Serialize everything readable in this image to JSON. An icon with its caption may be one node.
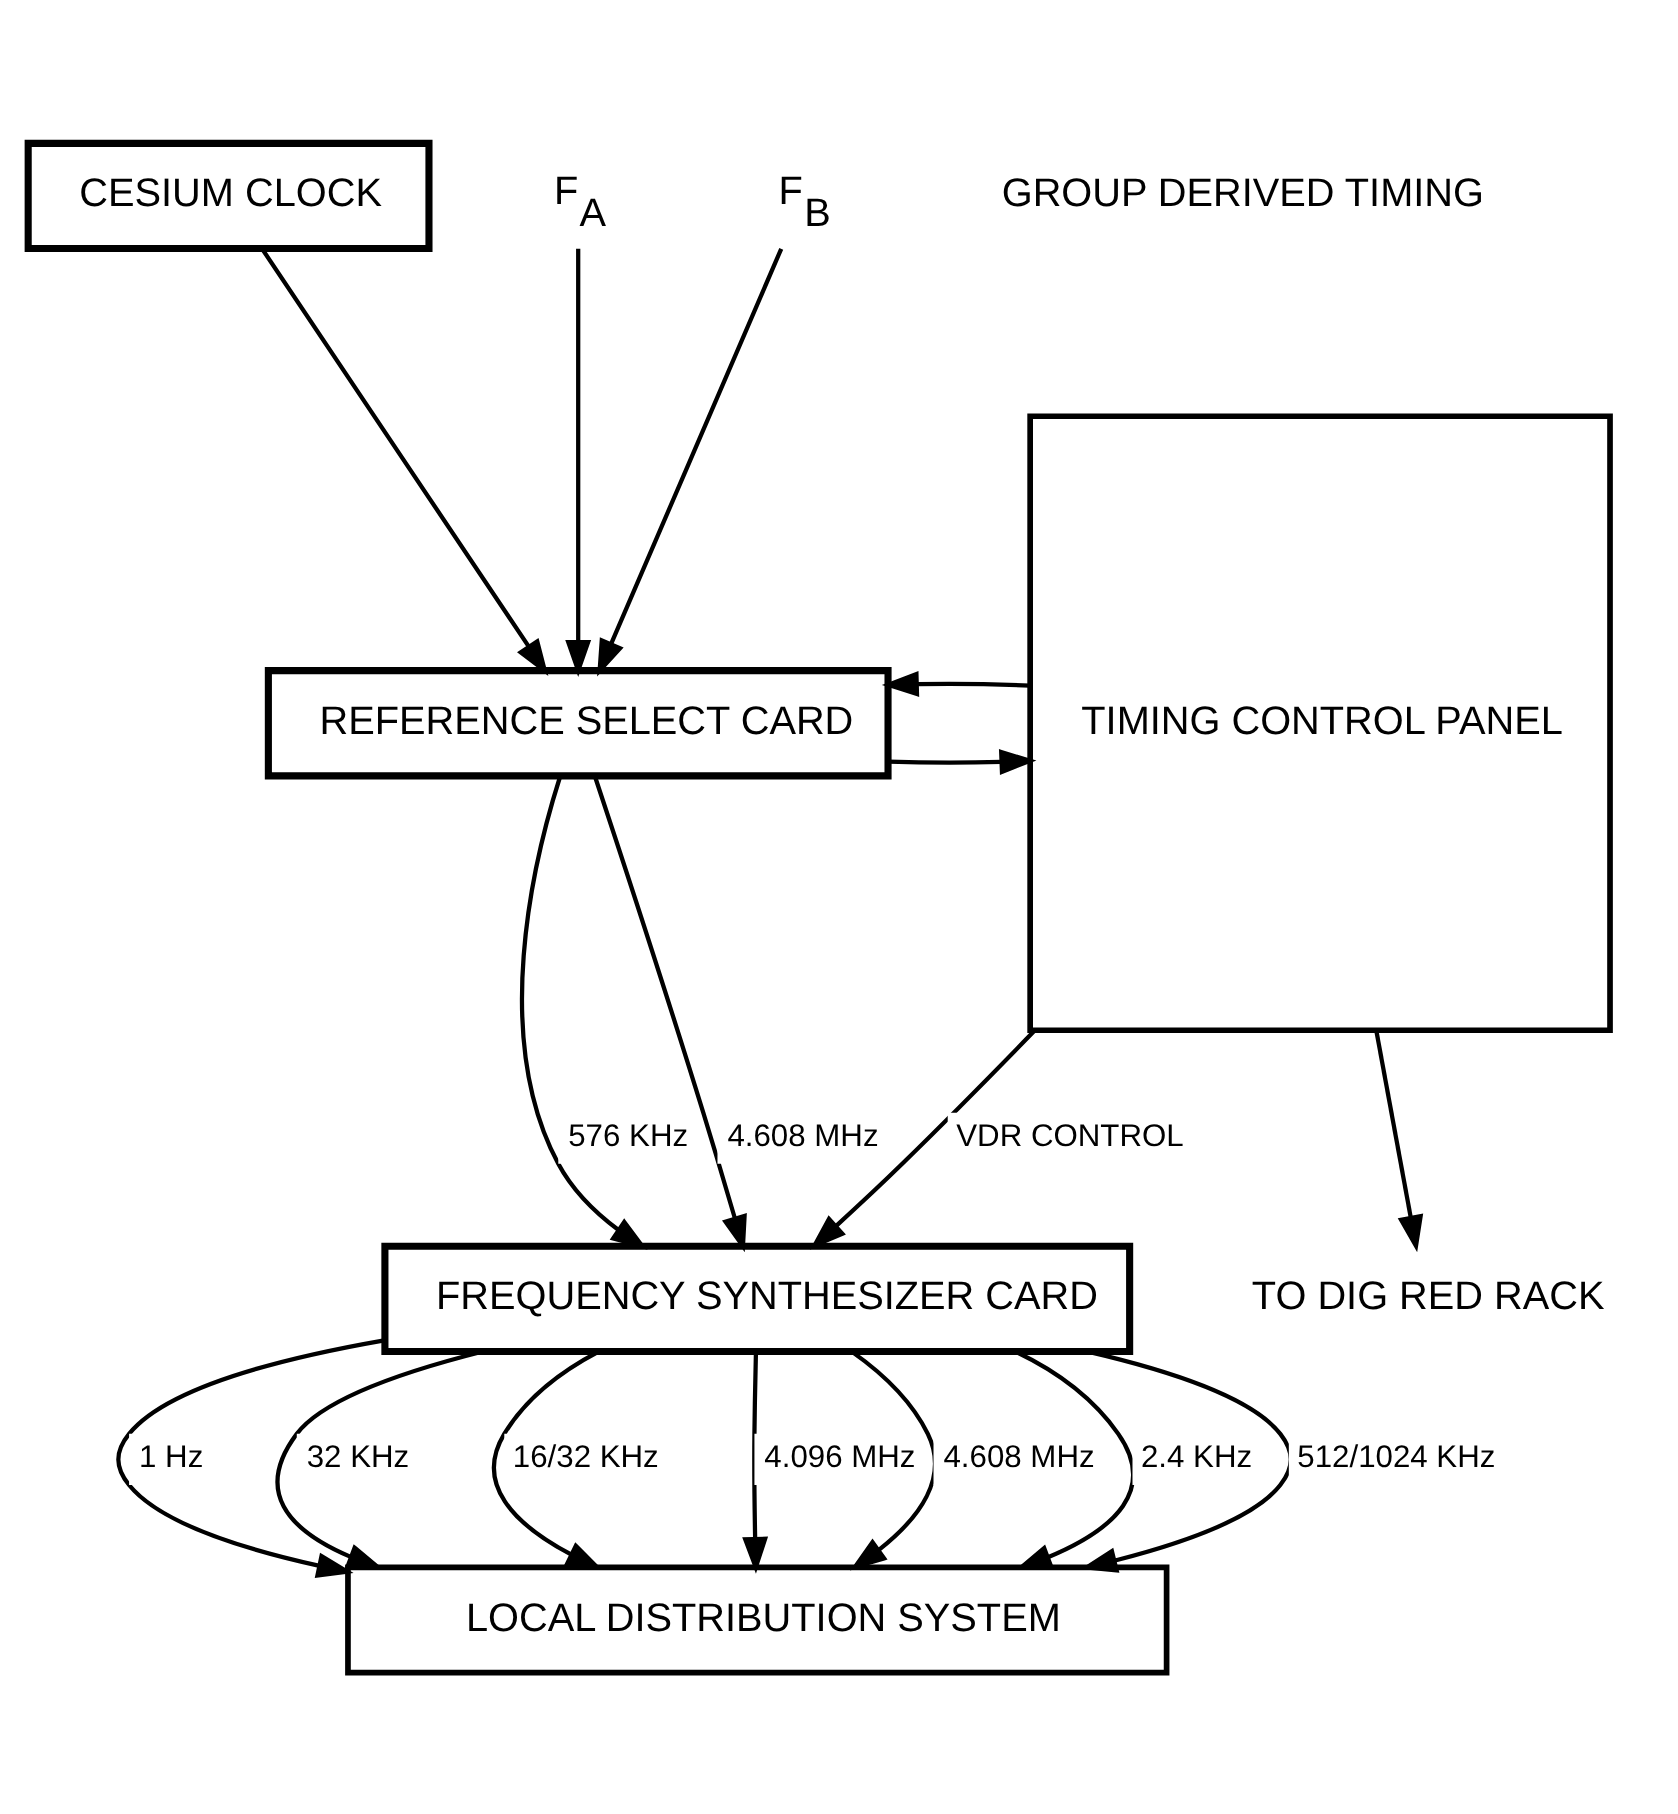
{
  "diagram": {
    "nodes": [
      {
        "text": [
          "CESIUM CLOCK"
        ]
      },
      {
        "text": [
          "F$_{A}$"
        ]
      },
      {
        "text": [
          "F$_{B}$"
        ]
      },
      {
        "text": [
          "REFERENCE SELECT CARD"
        ]
      },
      {
        "text": [
          "TIMING CONTROL PANEL"
        ]
      },
      {
        "text": [
          "FREQUENCY SYNTHESIZER CARD"
        ]
      },
      {
        "text": [
          "TO DIG RED RACK"
        ]
      },
      {
        "text": [
          "LOCAL DISTRIBUTION SYSTEM"
        ]
      }
    ],
    "edges": [
      {
        "from": 0,
        "to": 3,
        "arrow": "to"
      },
      {
        "from": 1,
        "to": 3,
        "arrow": "to"
      },
      {
        "from": 2,
        "to": 3,
        "arrow": "to"
      },
      {
        "from": 3,
        "to": 4,
        "arrow": "to"
      },
      {
        "from": 4,
        "to": 3,
        "arrow": "to"
      },
      {
        "from": 3,
        "to": 5,
        "arrow": "to",
        "label": "576 KHz"
      },
      {
        "from": 3,
        "to": 5,
        "arrow": "to",
        "label": "4.608 MHz"
      },
      {
        "from": 4,
        "to": 5,
        "arrow": "to",
        "label": "VDR CONTROL"
      },
      {
        "from": 4,
        "to": 6,
        "arrow": "to"
      },
      {
        "from": 5,
        "to": 7,
        "arrow": "to",
        "label": "1 Hz"
      },
      {
        "from": 5,
        "to": 7,
        "arrow": "to",
        "label": "32 KHz"
      },
      {
        "from": 5,
        "to": 7,
        "arrow": "to",
        "label": "16/32 KHz"
      },
      {
        "from": 5,
        "to": 7,
        "arrow": "to",
        "label": "4.096 MHz"
      },
      {
        "from": 5,
        "to": 7,
        "arrow": "to",
        "label": "4.608 MHz"
      },
      {
        "from": 5,
        "to": 7,
        "arrow": "to",
        "label": "2.4 KHz"
      },
      {
        "from": 5,
        "to": 7,
        "arrow": "to",
        "label": "512/1024 KHz"
      }
    ],
    "labels": [
      "GROUP DERIVED TIMING"
    ]
  }
}
